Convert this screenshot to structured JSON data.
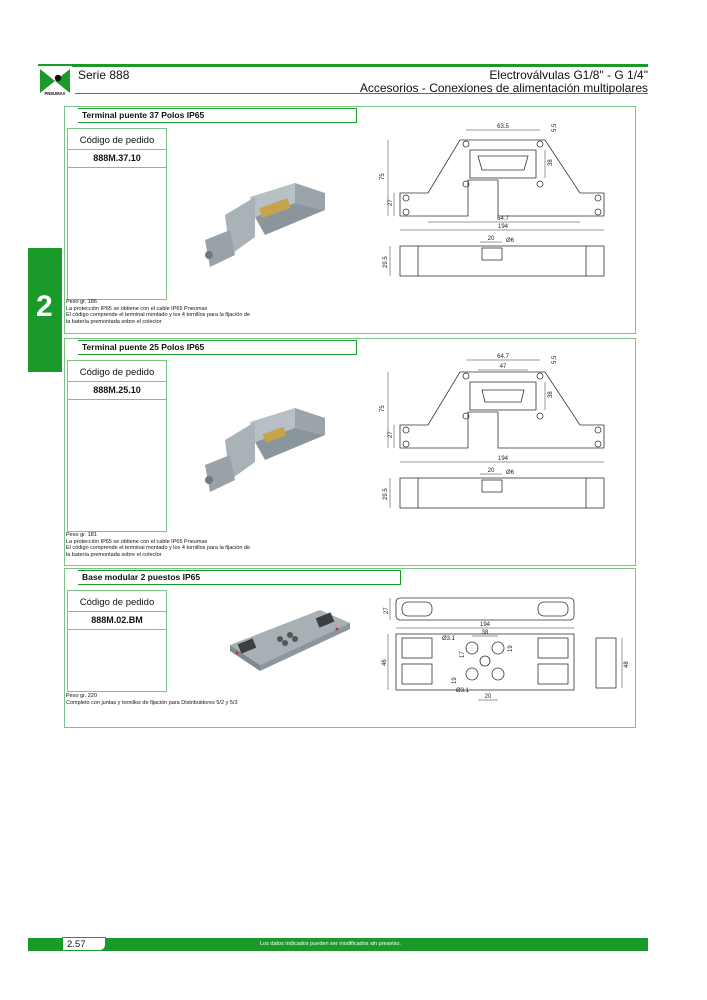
{
  "header": {
    "series": "Serie 888",
    "title_line1": "Electroválvulas G1/8\" - G 1/4\"",
    "title_line2": "Accesorios - Conexiones de alimentación multipolares",
    "logo_text": "PNEUMAX"
  },
  "chapter_tab": "2",
  "sections": [
    {
      "title": "Terminal puente 37 Polos IP65",
      "order_label": "Código de pedido",
      "order_code": "888M.37.10",
      "notes": [
        "Peso gr. 186",
        "La protección IP65 se obtiene con el cable IP65 Pneumax",
        "El código comprende el terminal montado y los 4 tornillos para la fijación de",
        "la batería premontada sobre el colector"
      ],
      "dims": {
        "d1": "63.5",
        "d2": "5.5",
        "d3": "38",
        "d4": "75",
        "d5": "27",
        "d6": "64.7",
        "d7": "194",
        "d8": "20",
        "d9": "Ø6",
        "d10": "29.5"
      }
    },
    {
      "title": "Terminal puente 25 Polos IP65",
      "order_label": "Código de pedido",
      "order_code": "888M.25.10",
      "notes": [
        "Peso gr. 181",
        "La protección IP65 se obtiene con el cable IP65 Pneumax",
        "El código comprende el terminal montado y los 4 tornillos para la fijación de",
        "la batería premontada sobre el colector"
      ],
      "dims": {
        "d1": "64.7",
        "d2": "47",
        "d3": "5.5",
        "d4": "38",
        "d5": "75",
        "d6": "27",
        "d7": "194",
        "d8": "20",
        "d9": "Ø6",
        "d10": "29.5"
      }
    },
    {
      "title": "Base modular 2 puestos IP65",
      "order_label": "Código de pedido",
      "order_code": "888M.02.BM",
      "notes": [
        "Peso gr. 220",
        "Completo con juntas y tornillos de fijación para Distribuidores 5/2 y 5/3"
      ],
      "dims": {
        "d1": "27",
        "d2": "194",
        "d3": "Ø3.1",
        "d4": "38",
        "d5": "17",
        "d6": "19",
        "d7": "46",
        "d8": "19",
        "d9": "Ø3.1",
        "d10": "20",
        "d11": "48"
      }
    }
  ],
  "footer": {
    "page": "2.57",
    "note": "Los datos indicados pueden ser modificados sin preaviso."
  }
}
